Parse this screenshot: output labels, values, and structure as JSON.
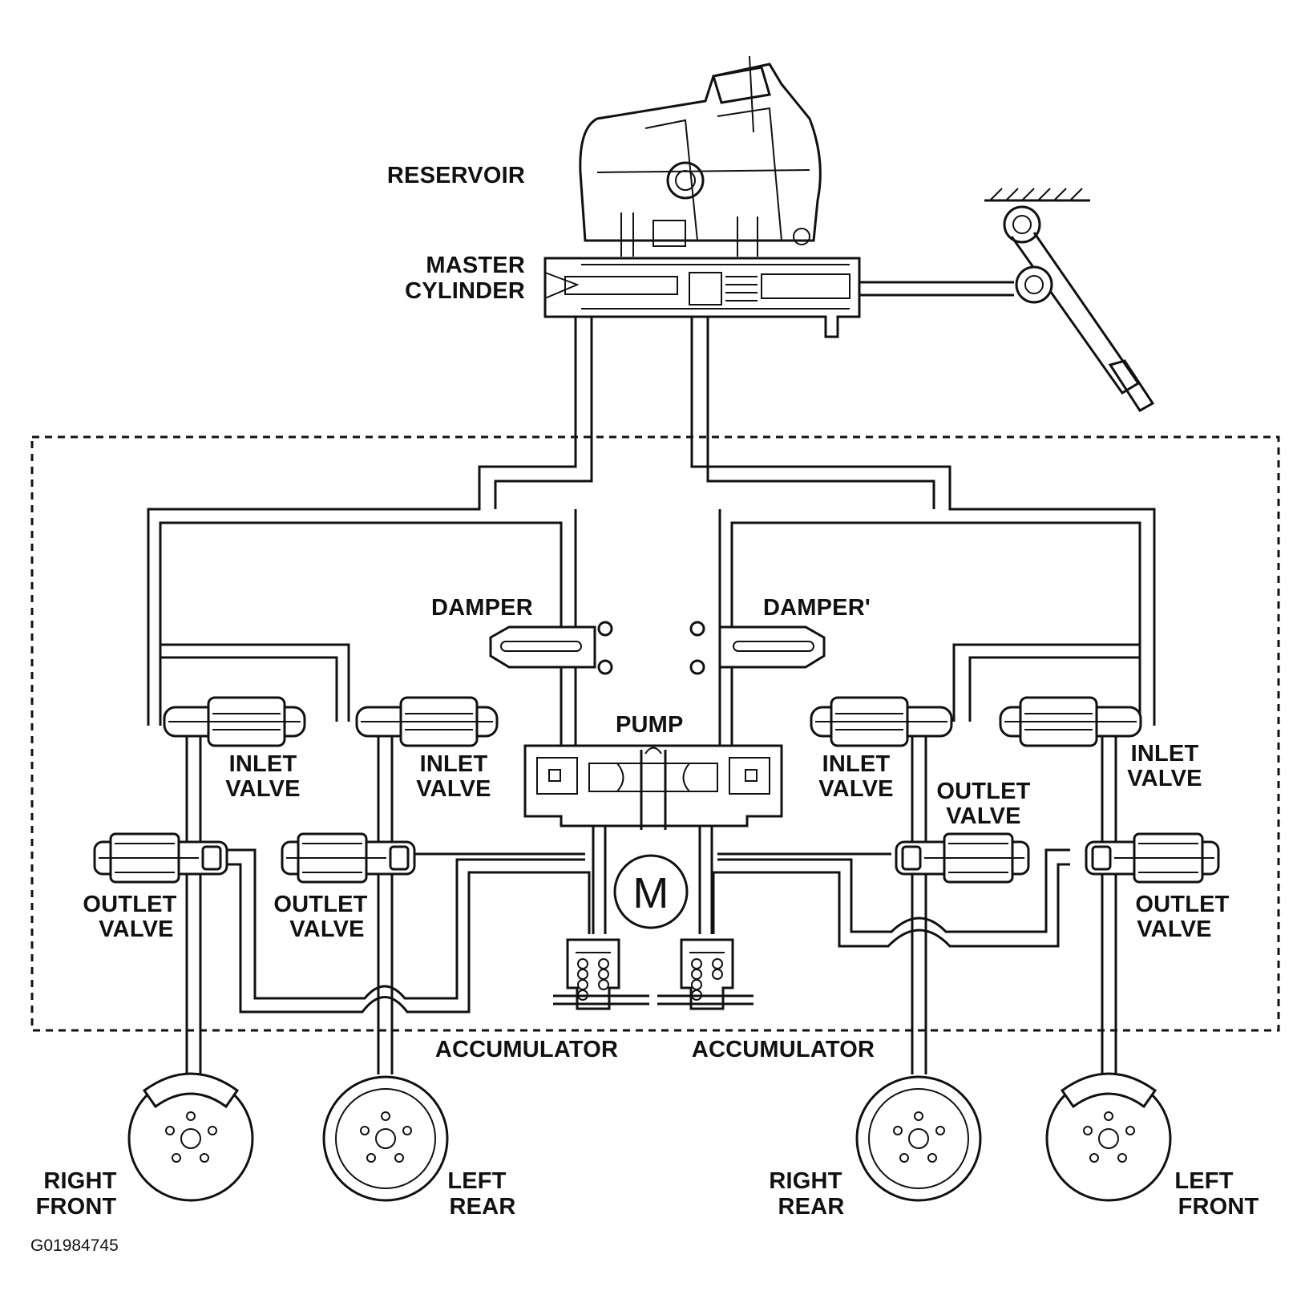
{
  "labels": {
    "reservoir": "RESERVOIR",
    "master_cylinder": [
      "MASTER",
      "CYLINDER"
    ],
    "damper_left": "DAMPER",
    "damper_right": "DAMPER'",
    "pump": "PUMP",
    "motor": "M",
    "inlet_valve_1": [
      "INLET",
      "VALVE"
    ],
    "inlet_valve_2": [
      "INLET",
      "VALVE"
    ],
    "inlet_valve_3": [
      "INLET",
      "VALVE"
    ],
    "inlet_valve_4": [
      "INLET",
      "VALVE"
    ],
    "outlet_valve_1": [
      "OUTLET",
      "VALVE"
    ],
    "outlet_valve_2": [
      "OUTLET",
      "VALVE"
    ],
    "outlet_valve_3": [
      "OUTLET",
      "VALVE"
    ],
    "outlet_valve_4": [
      "OUTLET",
      "VALVE"
    ],
    "accumulator_left": "ACCUMULATOR",
    "accumulator_right": "ACCUMULATOR",
    "wheel_right_front": [
      "RIGHT",
      "FRONT"
    ],
    "wheel_left_rear": [
      "LEFT",
      "REAR"
    ],
    "wheel_right_rear": [
      "RIGHT",
      "REAR"
    ],
    "wheel_left_front": [
      "LEFT",
      "FRONT"
    ]
  },
  "figure_code": "G01984745"
}
